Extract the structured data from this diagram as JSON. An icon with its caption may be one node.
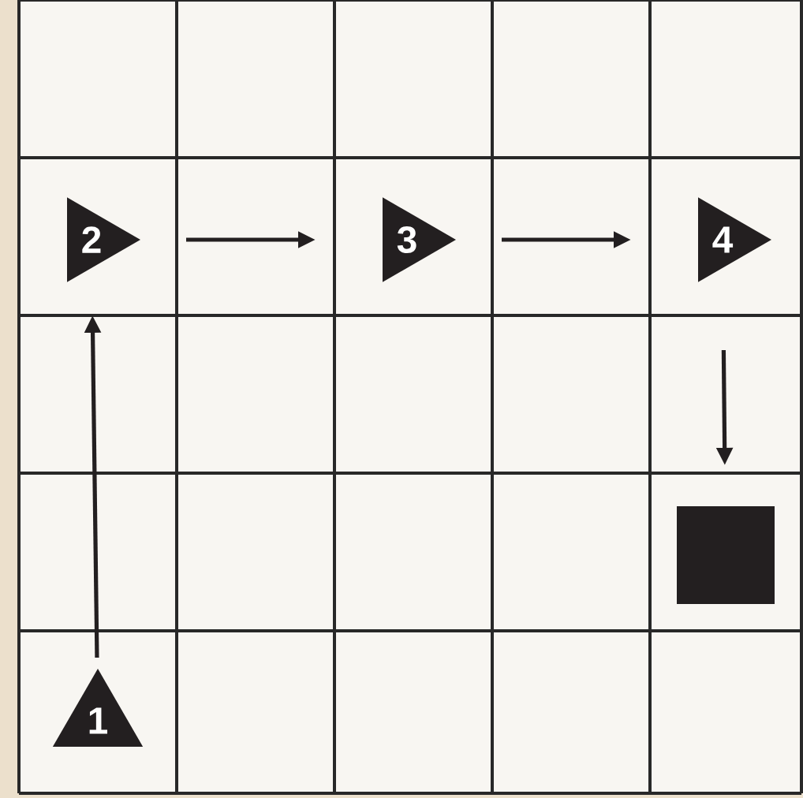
{
  "diagram": {
    "nodes": [
      {
        "text": [
          "1"
        ]
      },
      {
        "text": [
          "2"
        ]
      },
      {
        "text": [
          "3"
        ]
      },
      {
        "text": [
          "4"
        ]
      },
      {
        "text": [],
        "shape": "box"
      }
    ],
    "edges": [
      {
        "from": 0,
        "to": 1,
        "arrow": "to"
      },
      {
        "from": 1,
        "to": 2,
        "arrow": "to"
      },
      {
        "from": 2,
        "to": 3,
        "arrow": "to"
      },
      {
        "from": 3,
        "to": 4,
        "arrow": "to"
      }
    ]
  }
}
